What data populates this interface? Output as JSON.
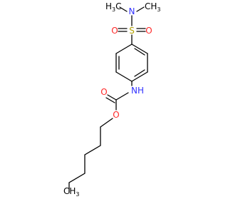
{
  "colors": {
    "bond": "#000000",
    "carbon": "#000000",
    "nitrogen": "#3333ff",
    "oxygen": "#ff2a2a",
    "sulfur": "#b3a100"
  },
  "labels": {
    "methyl_left": "H3C",
    "methyl_right": "CH3",
    "sulfonamide_n": "N",
    "sulfur": "S",
    "sulfonyl_o_left": "O",
    "sulfonyl_o_right": "O",
    "carbamate_nh": "NH",
    "carbonyl_o": "O",
    "ester_o": "O",
    "terminal_methyl": "CH3"
  }
}
